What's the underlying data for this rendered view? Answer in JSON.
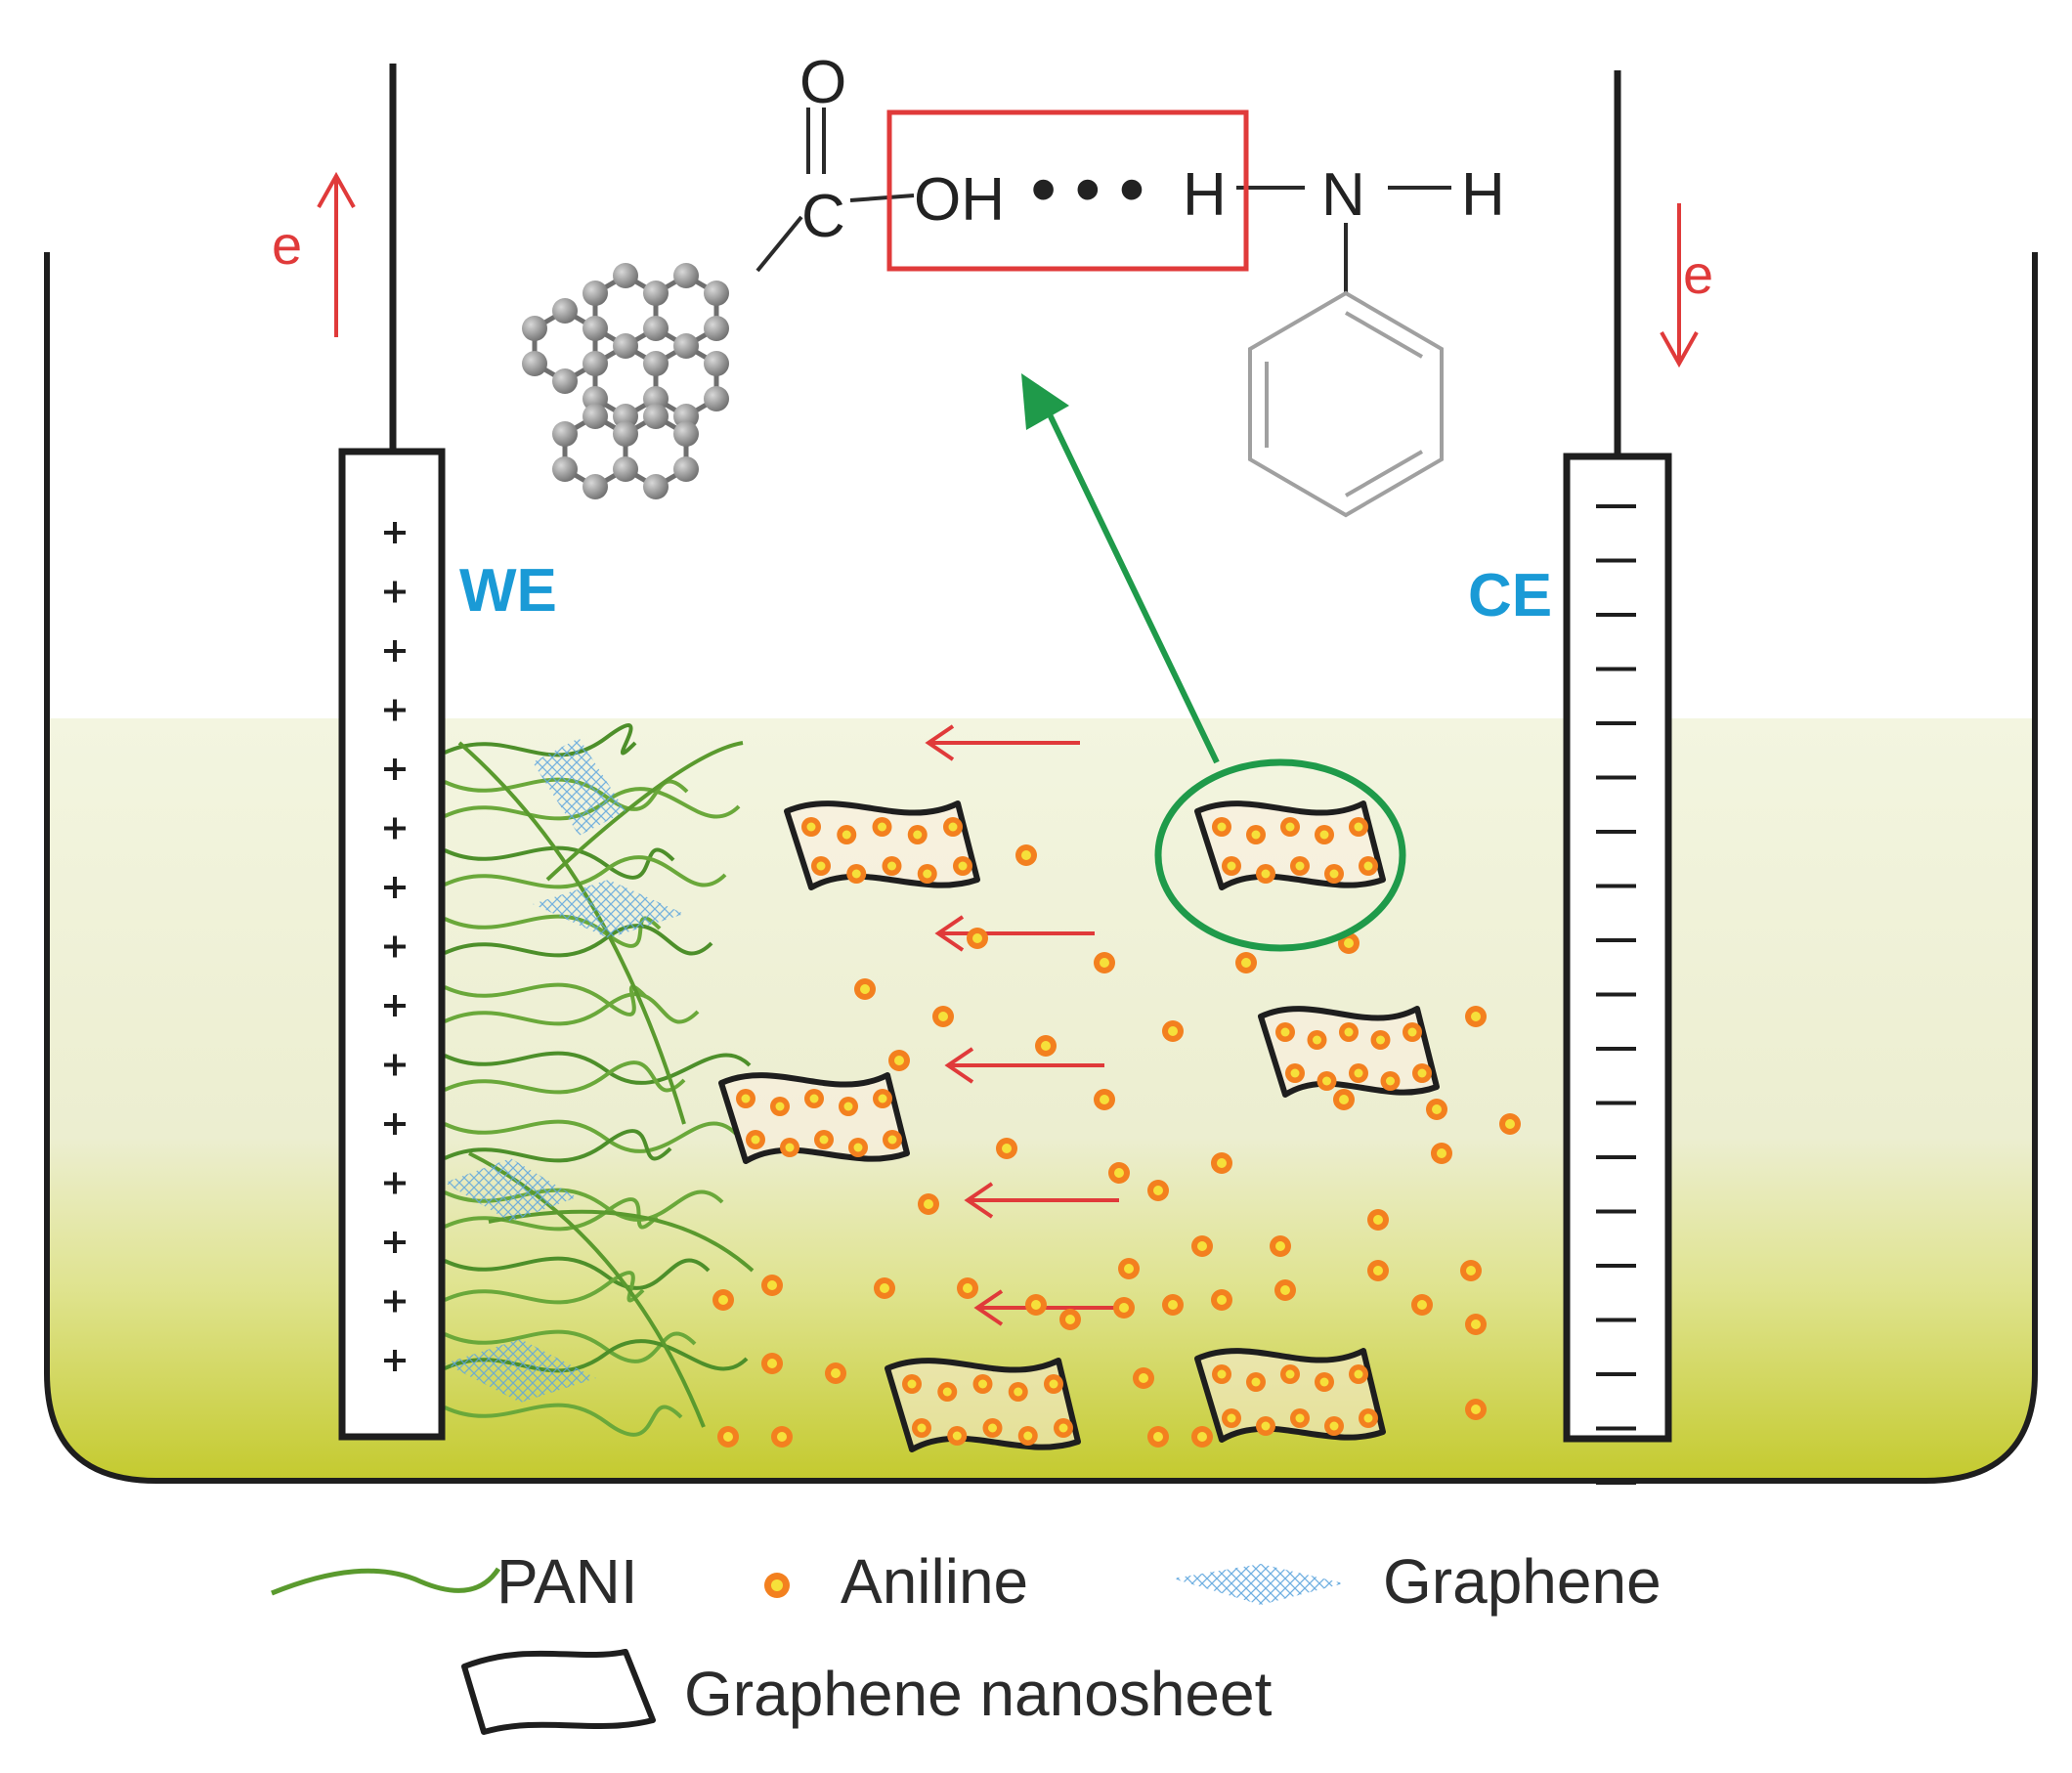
{
  "colors": {
    "solution_top": "#f1f3dc",
    "solution_bottom": "#c3c92c",
    "pani": "#5a9a2e",
    "aniline_fill": "#f3801f",
    "aniline_core": "#f6e03a",
    "graphene": "#6aaee0",
    "arrow_red": "#e03a3a",
    "highlight_green": "#1f9a4a",
    "label_blue": "#1a9ad6",
    "atom_gray": "#8a8a8a"
  },
  "labels": {
    "working_electrode": "WE",
    "counter_electrode": "CE",
    "electron_left": "e",
    "electron_right": "e"
  },
  "chemistry": {
    "carbonyl_o": "O",
    "carbon": "C",
    "hydroxyl": "OH",
    "hbond_dots": "• • •",
    "hydrogen_bonded": "H",
    "nitrogen": "N",
    "hydrogen_terminal": "H"
  },
  "legend": {
    "pani": "PANI",
    "aniline": "Aniline",
    "graphene": "Graphene",
    "graphene_nanosheet": "Graphene nanosheet"
  },
  "icons": {
    "working_electrode": "positive-electrode-icon",
    "counter_electrode": "negative-electrode-icon",
    "graphene_lattice": "graphene-hexagon-icon",
    "benzene_ring": "benzene-ring-icon"
  }
}
